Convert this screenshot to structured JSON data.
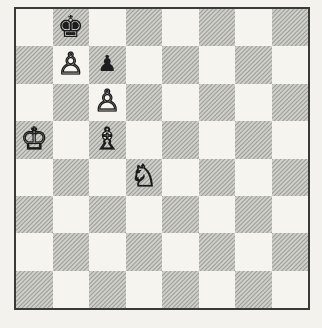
{
  "board": {
    "size": 8,
    "pieces": [
      {
        "square": "b8",
        "piece": "king",
        "color": "black",
        "glyph": "♚",
        "name": "black-king-icon"
      },
      {
        "square": "b7",
        "piece": "pawn",
        "color": "white",
        "glyph": "♙",
        "name": "white-pawn-icon"
      },
      {
        "square": "c7",
        "piece": "pawn",
        "color": "black",
        "glyph": "♟",
        "name": "black-pawn-icon",
        "small": true
      },
      {
        "square": "c6",
        "piece": "pawn",
        "color": "white",
        "glyph": "♙",
        "name": "white-pawn-icon"
      },
      {
        "square": "a5",
        "piece": "king",
        "color": "white",
        "glyph": "♔",
        "name": "white-king-icon"
      },
      {
        "square": "c5",
        "piece": "bishop",
        "color": "white",
        "glyph": "♗",
        "name": "white-bishop-icon"
      },
      {
        "square": "d4",
        "piece": "knight",
        "color": "white",
        "glyph": "♘",
        "name": "white-knight-icon"
      }
    ],
    "colors": {
      "light_square": "#f5f4ef",
      "dark_square": "#cfcfca",
      "border": "#3a3a38"
    }
  }
}
